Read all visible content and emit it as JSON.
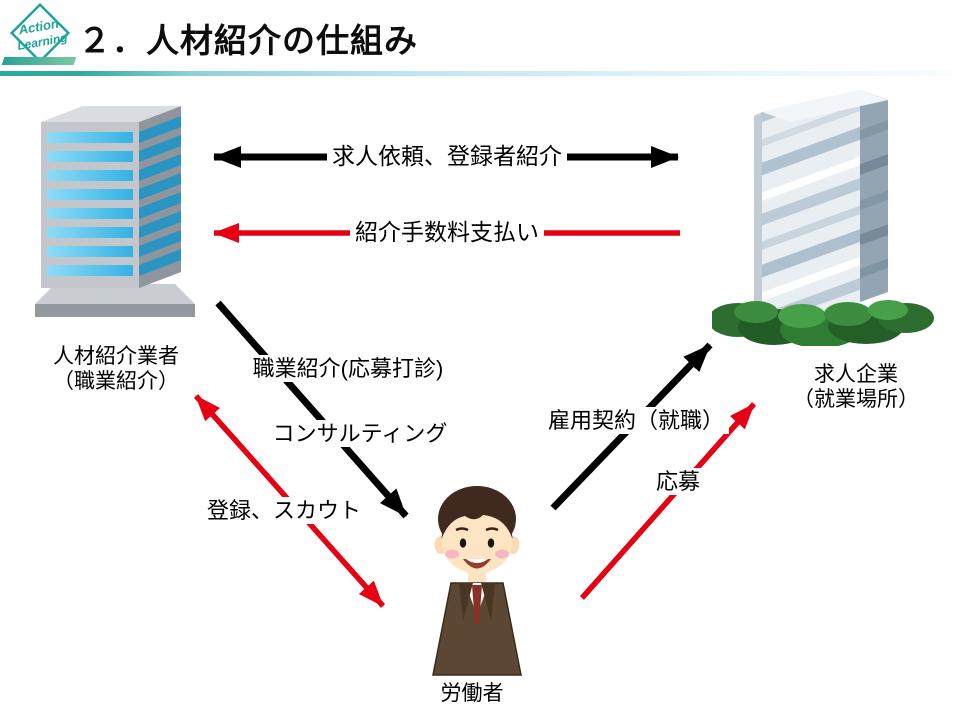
{
  "slide": {
    "title": "２．人材紹介の仕組み",
    "logo": {
      "word1": "Action",
      "word2": "Learning"
    },
    "accent_colors": {
      "teal": "#2aa79b",
      "red": "#e60012",
      "black": "#000000"
    }
  },
  "entities": {
    "agency": {
      "label_line1": "人材紹介業者",
      "label_line2": "（職業紹介）"
    },
    "company": {
      "label_line1": "求人企業",
      "label_line2": "（就業場所）"
    },
    "worker": {
      "label": "労働者"
    }
  },
  "arrows": {
    "job_request": {
      "label": "求人依頼、登録者紹介",
      "color": "#000000",
      "heads": "both"
    },
    "fee_payment": {
      "label": "紹介手数料支払い",
      "color": "#e60012",
      "heads": "toward-agency"
    },
    "job_introduction": {
      "label": "職業紹介(応募打診)",
      "color": "#000000",
      "heads": "toward-worker"
    },
    "consulting": {
      "label": "コンサルティング",
      "color": "#000000",
      "heads": "toward-worker"
    },
    "registration_scout": {
      "label": "登録、スカウト",
      "color": "#e60012",
      "heads": "both"
    },
    "employment_contract": {
      "label": "雇用契約（就職）",
      "color": "#000000",
      "heads": "toward-company"
    },
    "application": {
      "label": "応募",
      "color": "#e60012",
      "heads": "toward-company"
    }
  }
}
